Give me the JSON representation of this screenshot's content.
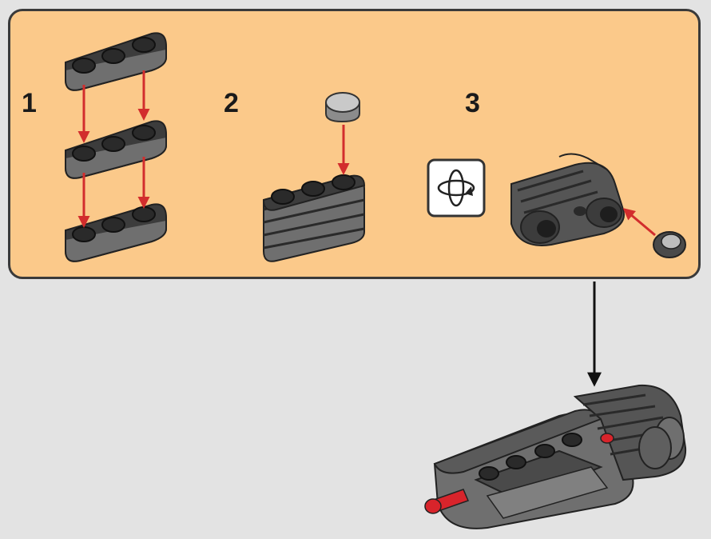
{
  "steps": [
    {
      "number": "1"
    },
    {
      "number": "2"
    },
    {
      "number": "3"
    }
  ],
  "icons": {
    "rotate": "rotate-model-icon",
    "arrow": "placement-arrow"
  },
  "colors": {
    "callout_bg": "#fbc98a",
    "callout_border": "#3a3a3a",
    "page_bg": "#e3e3e3",
    "brick_dark": "#3c3c3c",
    "brick_mid": "#6f6f6f",
    "stud": "#2a2a2a",
    "light_gray": "#c9c9c9",
    "arrow_red": "#d22d2d",
    "accent_red": "#d8242b"
  }
}
